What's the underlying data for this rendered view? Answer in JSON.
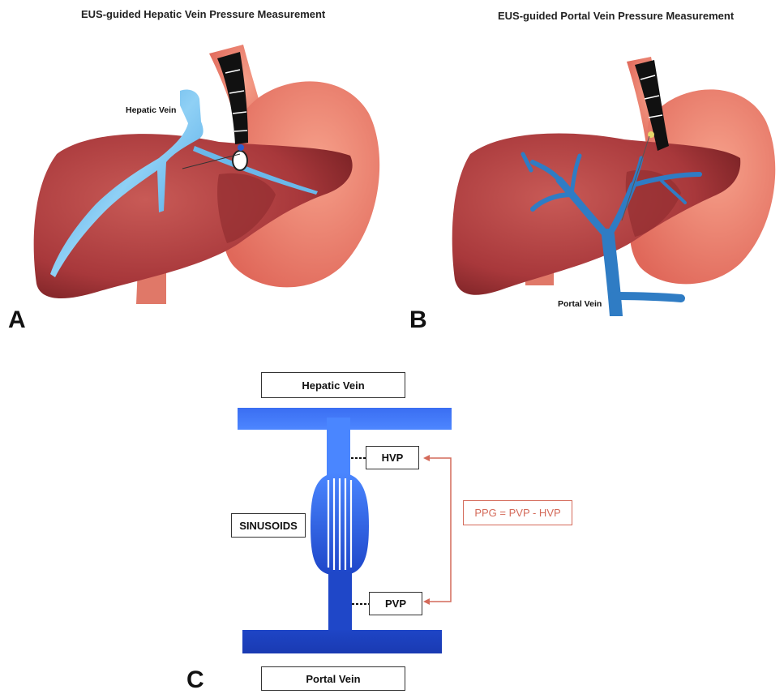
{
  "panel_a": {
    "title": "EUS-guided Hepatic Vein Pressure Measurement",
    "vein_label": "Hepatic Vein",
    "letter": "A"
  },
  "panel_b": {
    "title": "EUS-guided Portal Vein Pressure Measurement",
    "vein_label": "Portal Vein",
    "letter": "B"
  },
  "panel_c": {
    "letter": "C",
    "top_box": "Hepatic Vein",
    "bottom_box": "Portal Vein",
    "hvp": "HVP",
    "pvp": "PVP",
    "sinusoids": "SINUSOIDS",
    "formula": "PPG = PVP - HVP"
  },
  "colors": {
    "liver": "#a8383b",
    "stomach": "#e8786a",
    "hepatic_vein": "#5aa8e0",
    "portal_vein": "#2f7cc4",
    "diagram_blue_light": "#3f7cf0",
    "diagram_blue_dark": "#1a3fc4",
    "formula_red": "#d46a5a"
  }
}
